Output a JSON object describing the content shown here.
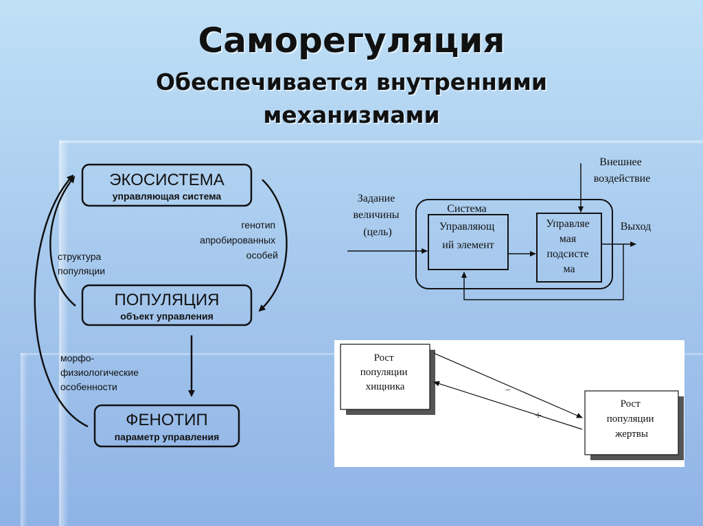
{
  "header": {
    "title": "Саморегуляция",
    "subtitle_line1": "Обеспечивается внутренними",
    "subtitle_line2": "механизмами"
  },
  "left_diagram": {
    "ecosystem": {
      "title": "ЭКОСИСТЕМА",
      "subtitle": "управляющая система"
    },
    "population": {
      "title": "ПОПУЛЯЦИЯ",
      "subtitle": "объект управления"
    },
    "phenotype": {
      "title": "ФЕНОТИП",
      "subtitle": "параметр управления"
    },
    "genotype_label": [
      "генотип",
      "апробированных",
      "особей"
    ],
    "structure_label": [
      "структура",
      "популяции"
    ],
    "morpho_label": [
      "морфо-",
      "физиологические",
      "особенности"
    ]
  },
  "control_diagram": {
    "input_label": [
      "Задание",
      "величины",
      "(цель)"
    ],
    "system_label": "Система",
    "controller_label": [
      "Управляющ",
      "ий элемент"
    ],
    "controlled_label": [
      "Управляе",
      "мая",
      "подсисте",
      "ма"
    ],
    "external_label": [
      "Внешнее",
      "воздействие"
    ],
    "output_label": "Выход"
  },
  "predator_prey": {
    "predator_label": [
      "Рост",
      "популяции",
      "хищника"
    ],
    "prey_label": [
      "Рост",
      "популяции",
      "жертвы"
    ],
    "minus_sign": "−",
    "plus_sign": "+"
  }
}
